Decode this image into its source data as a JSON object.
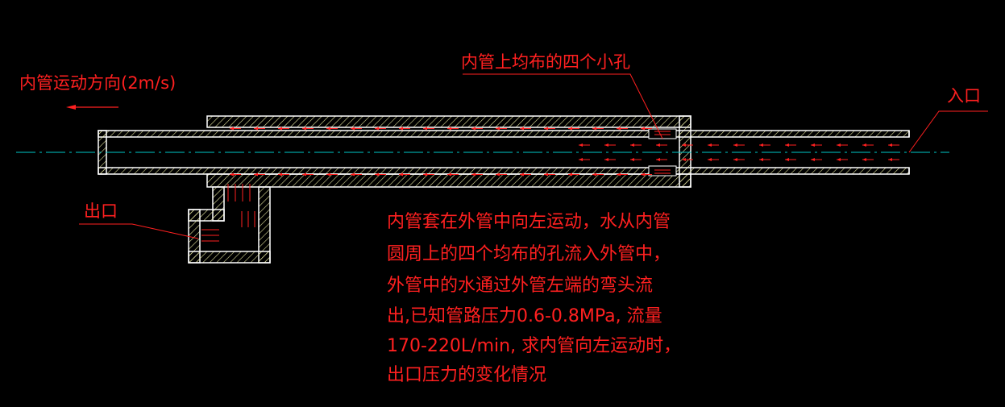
{
  "labels": {
    "motion_direction": "内管运动方向(2m/s)",
    "holes": "内管上均布的四个小孔",
    "inlet": "入口",
    "outlet": "出口"
  },
  "description": [
    "内管套在外管中向左运动，水从内管",
    "圆周上的四个均布的孔流入外管中，",
    "外管中的水通过外管左端的弯头流",
    "出,已知管路压力0.6-0.8MPa, 流量",
    "170-220L/min, 求内管向左运动时，",
    "出口压力的变化情况"
  ],
  "colors": {
    "background": "#000000",
    "outline": "#ffffff",
    "hatch": "#e6e6a0",
    "centerline": "#00c8c8",
    "text": "#ff2020",
    "leader": "#ff2020"
  }
}
